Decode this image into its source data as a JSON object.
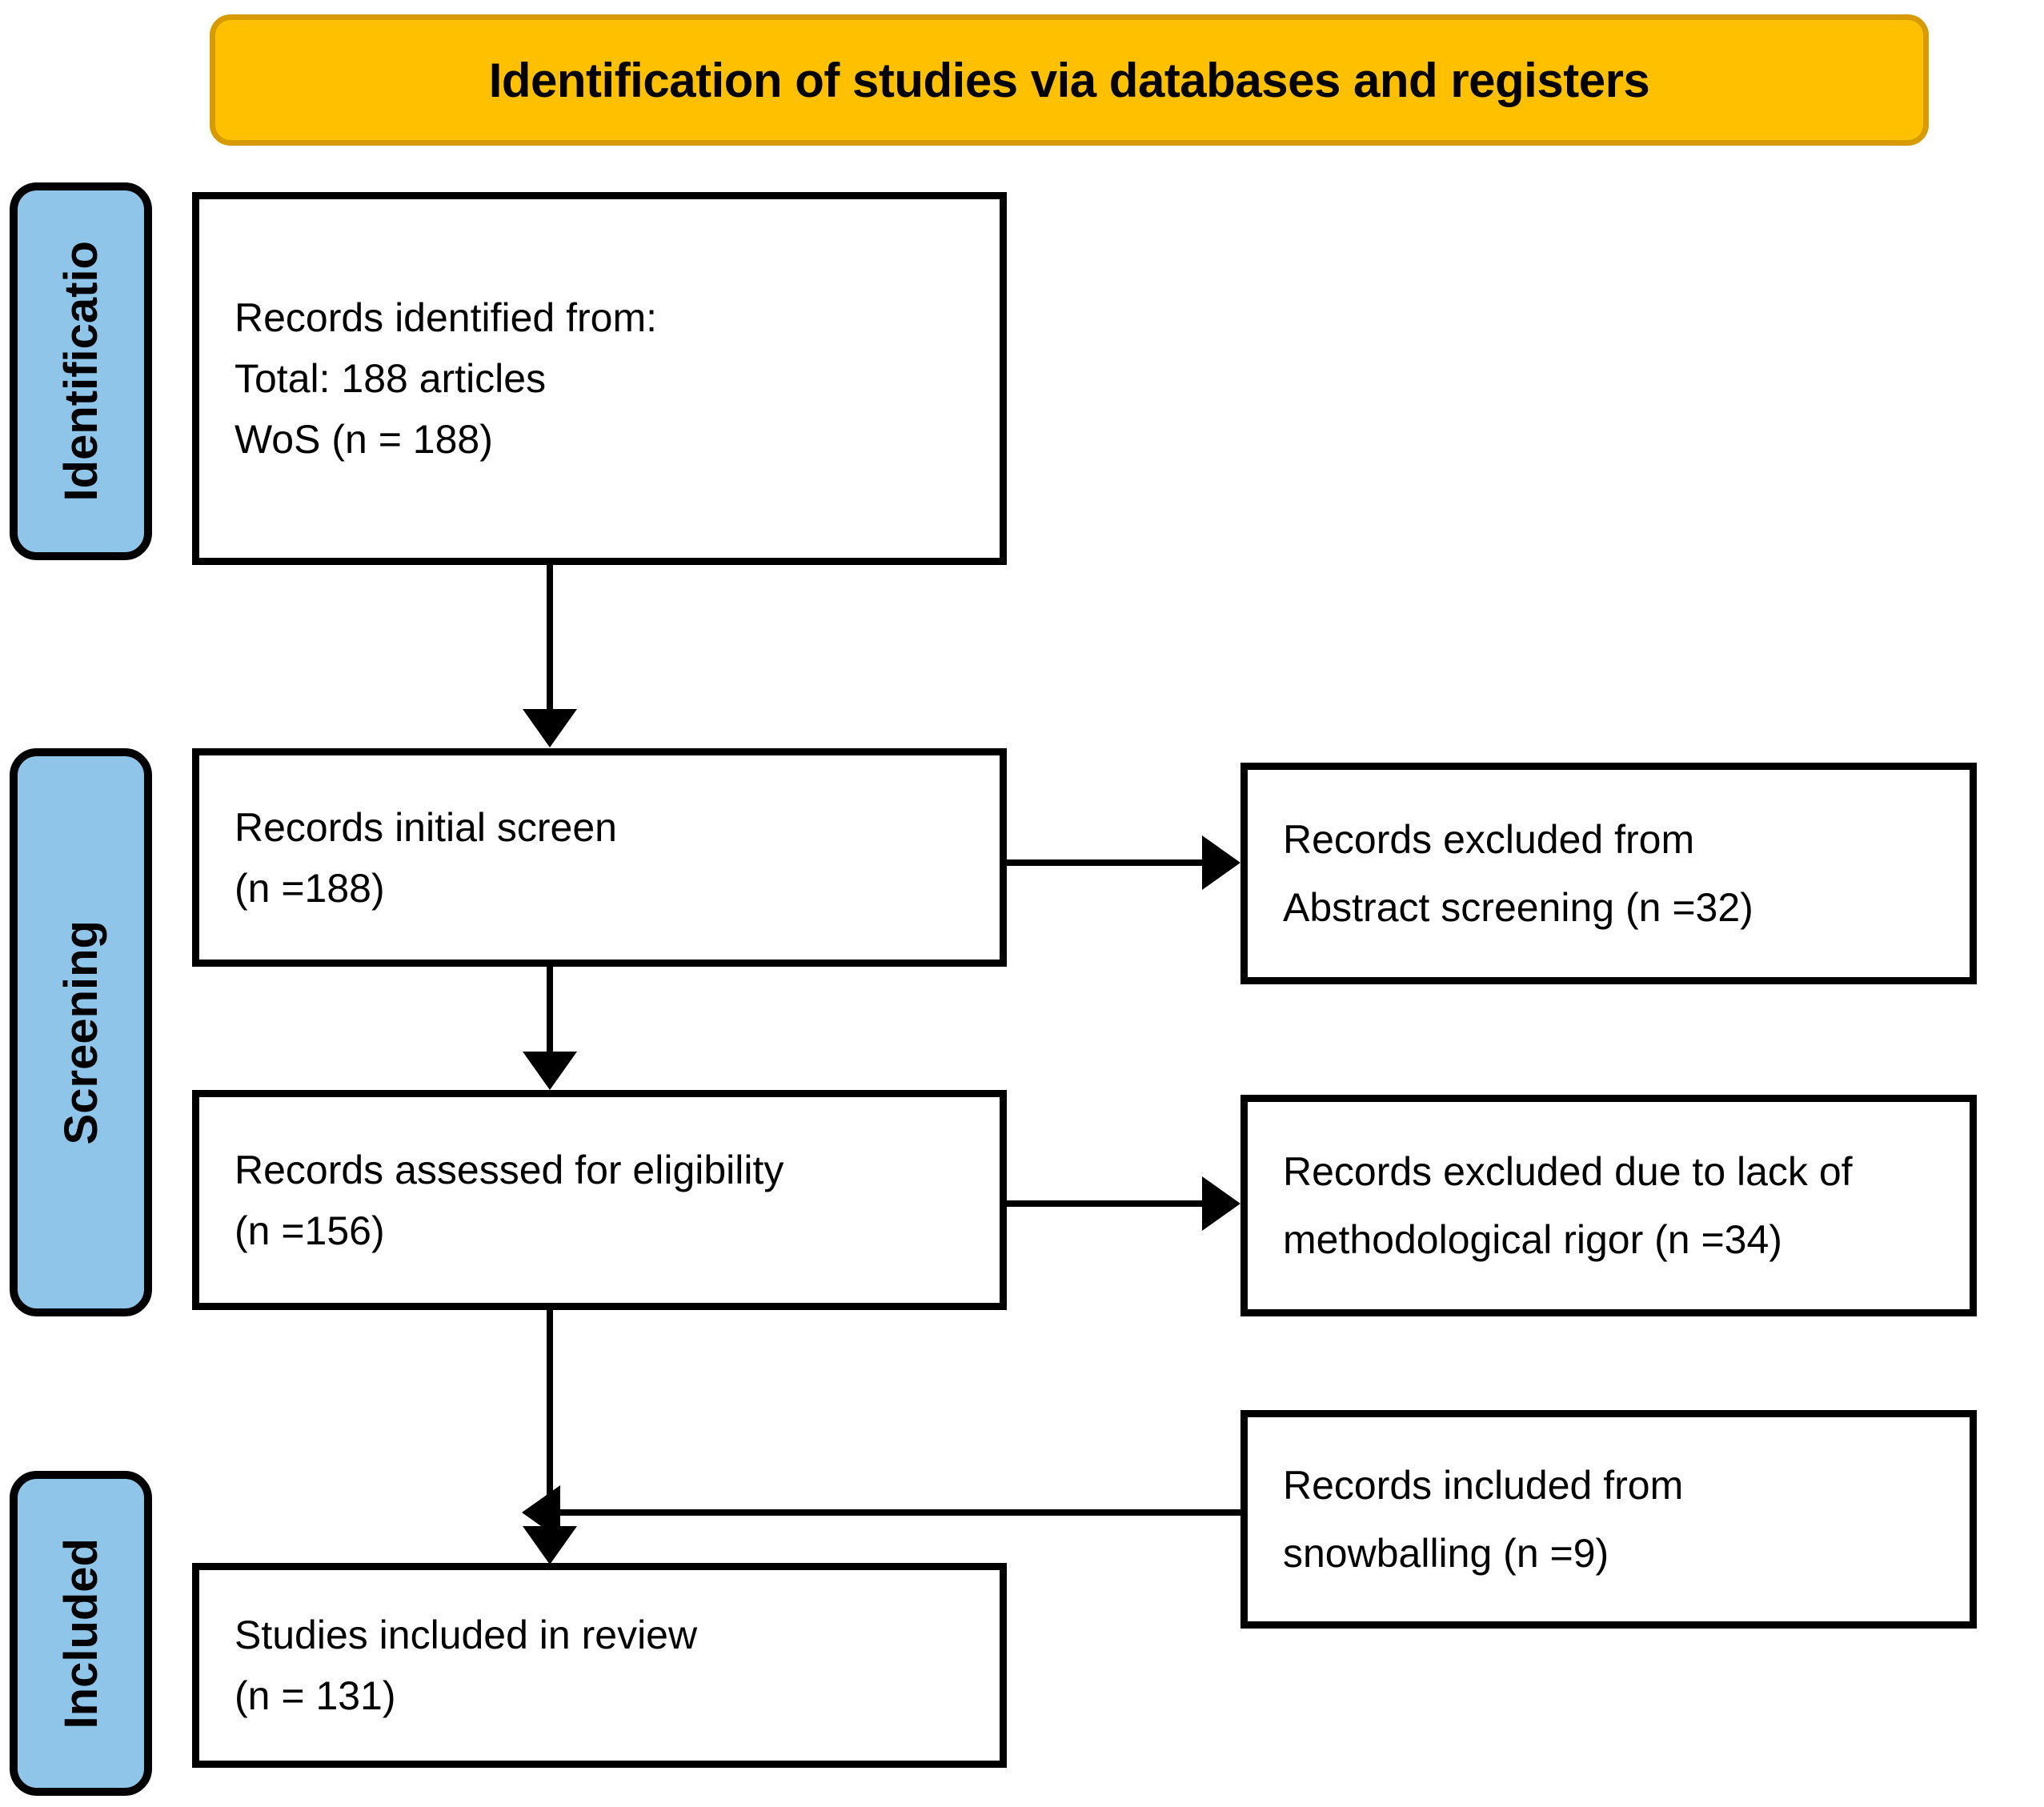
{
  "header": {
    "title": "Identification of studies via databases and registers",
    "bg_color": "#FFC000",
    "border_color": "#D79B00"
  },
  "stages": [
    {
      "id": "identification",
      "label": "Identificatio",
      "full_label": "Identification",
      "bg_color": "#8EC5E8"
    },
    {
      "id": "screening",
      "label": "Screening",
      "full_label": "Screening",
      "bg_color": "#8EC5E8"
    },
    {
      "id": "included",
      "label": "Included",
      "full_label": "Included",
      "bg_color": "#8EC5E8"
    }
  ],
  "boxes": {
    "identified": {
      "line1": "Records identified from:",
      "line2": "Total: 188 articles",
      "line3": "WoS (n = 188)"
    },
    "initial_screen": {
      "line1": "Records initial screen",
      "line2": "(n =188)"
    },
    "excluded_abstract": {
      "line1": "Records excluded from",
      "line2": "Abstract screening (n =32)"
    },
    "eligibility": {
      "line1": "Records assessed for eligibility",
      "line2": "(n =156)"
    },
    "excluded_rigor": {
      "line1": "Records excluded due to lack of",
      "line2": "methodological rigor (n =34)"
    },
    "snowballing": {
      "line1": "Records included from",
      "line2": "snowballing (n =9)"
    },
    "included_review": {
      "line1": "Studies included in review",
      "line2": "(n = 131)"
    }
  },
  "chart_data": {
    "type": "diagram",
    "diagram_kind": "prisma-flow",
    "title": "Identification of studies via databases and registers",
    "stages": [
      "Identification",
      "Screening",
      "Included"
    ],
    "nodes": [
      {
        "id": "identified",
        "stage": "Identification",
        "label": "Records identified from: Total: 188 articles WoS (n = 188)",
        "n": 188
      },
      {
        "id": "initial_screen",
        "stage": "Screening",
        "label": "Records initial screen (n =188)",
        "n": 188
      },
      {
        "id": "excluded_abstract",
        "stage": "Screening",
        "label": "Records excluded from Abstract screening (n =32)",
        "n": 32
      },
      {
        "id": "eligibility",
        "stage": "Screening",
        "label": "Records assessed for eligibility (n =156)",
        "n": 156
      },
      {
        "id": "excluded_rigor",
        "stage": "Screening",
        "label": "Records excluded due to lack of methodological rigor (n =34)",
        "n": 34
      },
      {
        "id": "snowballing",
        "stage": "Included",
        "label": "Records included from snowballing (n =9)",
        "n": 9
      },
      {
        "id": "included_review",
        "stage": "Included",
        "label": "Studies included in review (n = 131)",
        "n": 131
      }
    ],
    "edges": [
      {
        "from": "identified",
        "to": "initial_screen",
        "direction": "down"
      },
      {
        "from": "initial_screen",
        "to": "excluded_abstract",
        "direction": "right"
      },
      {
        "from": "initial_screen",
        "to": "eligibility",
        "direction": "down"
      },
      {
        "from": "eligibility",
        "to": "excluded_rigor",
        "direction": "right"
      },
      {
        "from": "eligibility",
        "to": "included_review",
        "direction": "down"
      },
      {
        "from": "snowballing",
        "to": "included_review",
        "direction": "left"
      }
    ]
  }
}
